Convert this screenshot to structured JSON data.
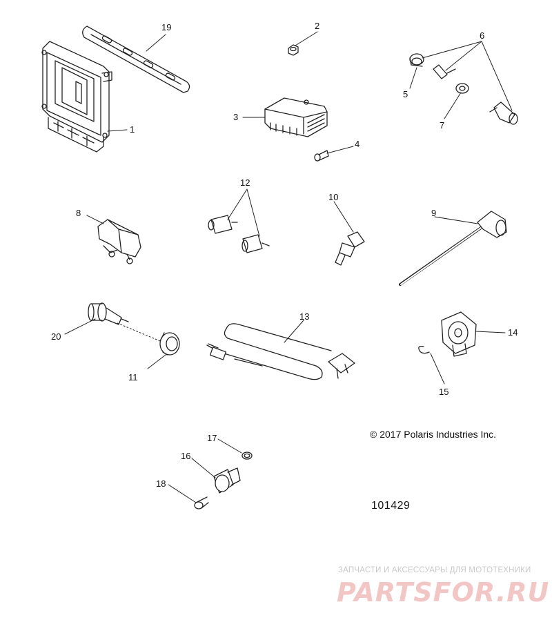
{
  "diagram": {
    "callouts": [
      {
        "id": "1",
        "label": "1"
      },
      {
        "id": "2",
        "label": "2"
      },
      {
        "id": "3",
        "label": "3"
      },
      {
        "id": "4",
        "label": "4"
      },
      {
        "id": "5",
        "label": "5"
      },
      {
        "id": "6",
        "label": "6"
      },
      {
        "id": "7",
        "label": "7"
      },
      {
        "id": "8",
        "label": "8"
      },
      {
        "id": "9",
        "label": "9"
      },
      {
        "id": "10",
        "label": "10"
      },
      {
        "id": "11",
        "label": "11"
      },
      {
        "id": "12",
        "label": "12"
      },
      {
        "id": "13",
        "label": "13"
      },
      {
        "id": "14",
        "label": "14"
      },
      {
        "id": "15",
        "label": "15"
      },
      {
        "id": "16",
        "label": "16"
      },
      {
        "id": "17",
        "label": "17"
      },
      {
        "id": "18",
        "label": "18"
      },
      {
        "id": "19",
        "label": "19"
      },
      {
        "id": "20",
        "label": "20"
      }
    ],
    "copyright": "© 2017 Polaris Industries Inc.",
    "figure_id": "101429"
  },
  "watermark": {
    "tagline": "ЗАПЧАСТИ И АКСЕССУАРЫ ДЛЯ МОТОТЕХНИКИ",
    "logo_text": "PARTSFOR.RU"
  }
}
